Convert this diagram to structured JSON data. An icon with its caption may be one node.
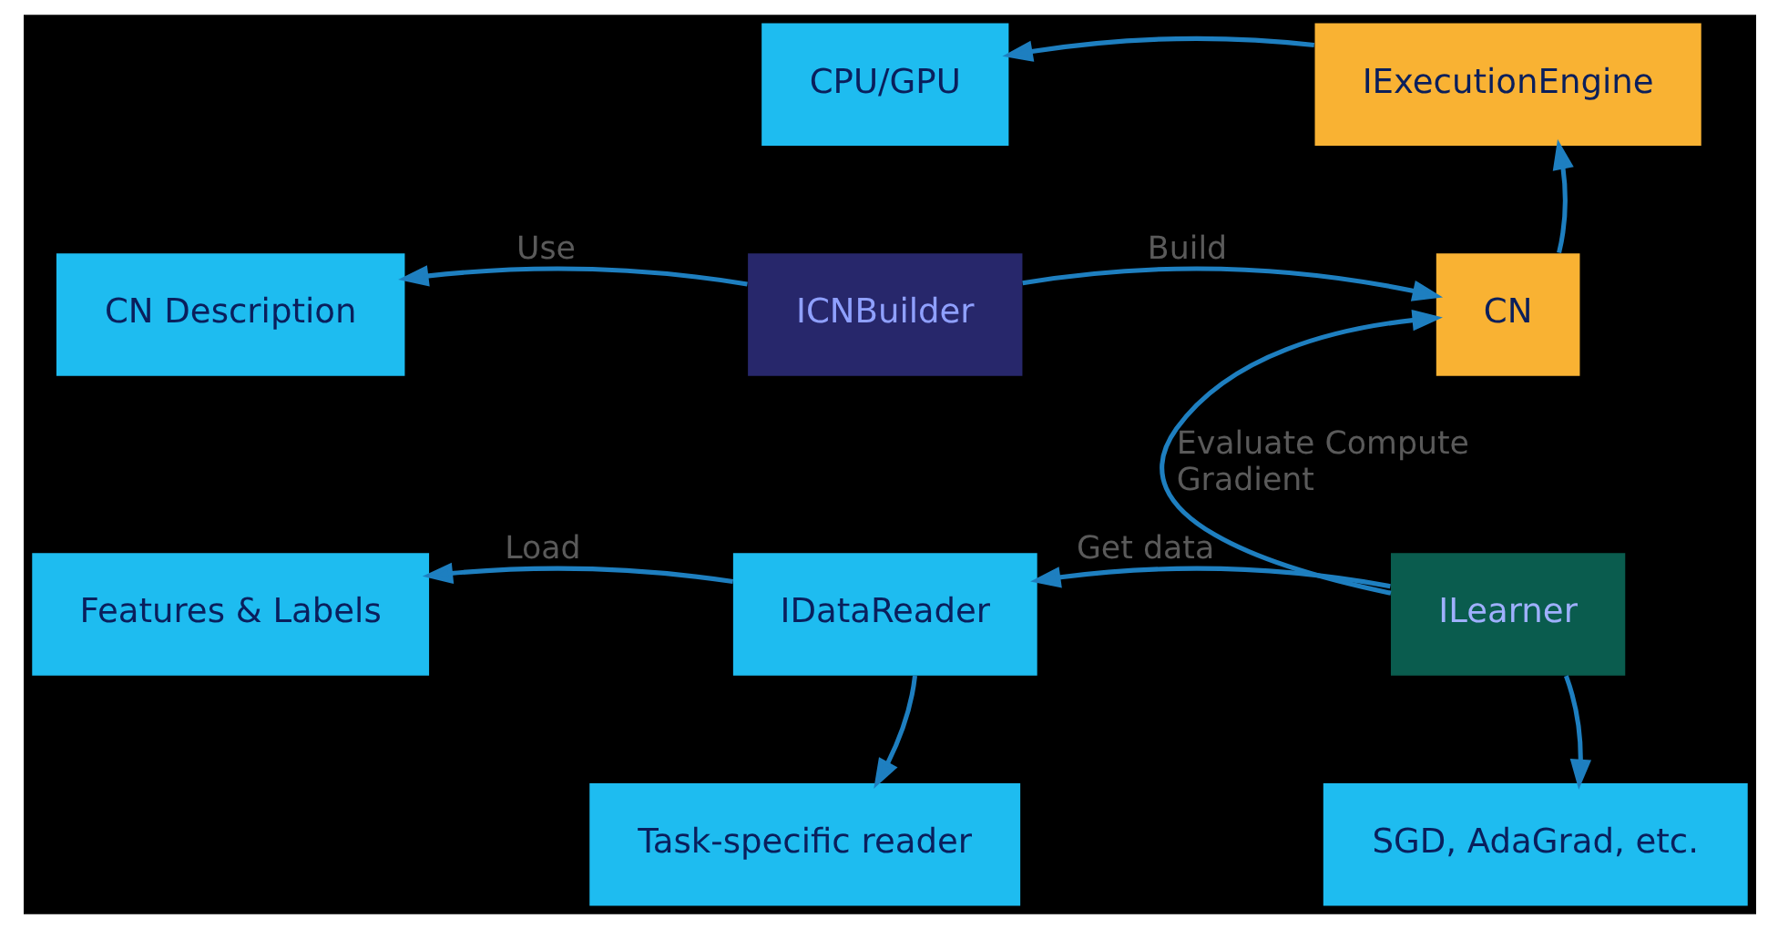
{
  "diagram": {
    "nodes": [
      {
        "text": [
          "CPU/GPU"
        ]
      },
      {
        "text": [
          "IExecutionEngine"
        ]
      },
      {
        "text": [
          "CN Description"
        ]
      },
      {
        "text": [
          "ICNBuilder"
        ]
      },
      {
        "text": [
          "CN"
        ]
      },
      {
        "text": [
          "Features & Labels"
        ]
      },
      {
        "text": [
          "IDataReader"
        ]
      },
      {
        "text": [
          "ILearner"
        ]
      },
      {
        "text": [
          "Task-specific reader"
        ]
      },
      {
        "text": [
          "SGD, AdaGrad, etc."
        ]
      }
    ],
    "edges": [
      {
        "from": 1,
        "to": 0,
        "arrow": "to"
      },
      {
        "from": 4,
        "to": 1,
        "arrow": "to"
      },
      {
        "from": 3,
        "to": 2,
        "arrow": "to",
        "label": "Use"
      },
      {
        "from": 3,
        "to": 4,
        "arrow": "to",
        "label": "Build"
      },
      {
        "from": 7,
        "to": 4,
        "arrow": "to",
        "label": "Evaluate Compute Gradient"
      },
      {
        "from": 6,
        "to": 5,
        "arrow": "to",
        "label": "Load"
      },
      {
        "from": 7,
        "to": 6,
        "arrow": "to",
        "label": "Get data"
      },
      {
        "from": 6,
        "to": 8,
        "arrow": "to"
      },
      {
        "from": 7,
        "to": 9,
        "arrow": "to"
      }
    ]
  }
}
